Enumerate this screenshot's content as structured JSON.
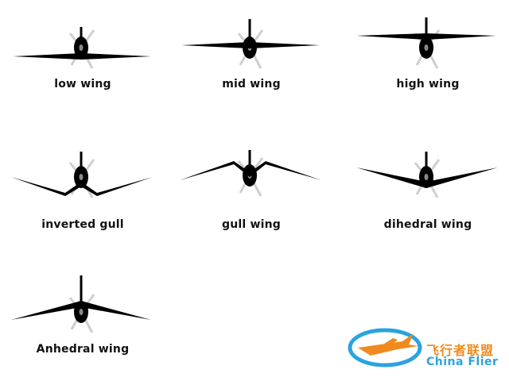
{
  "diagram": {
    "items": [
      {
        "id": "low",
        "label": "low wing"
      },
      {
        "id": "mid",
        "label": "mid wing"
      },
      {
        "id": "high",
        "label": "high wing"
      },
      {
        "id": "inverted-gull",
        "label": "inverted gull"
      },
      {
        "id": "gull",
        "label": "gull wing"
      },
      {
        "id": "dihedral",
        "label": "dihedral wing"
      },
      {
        "id": "anhedral",
        "label": "Anhedral wing"
      }
    ]
  },
  "watermark": {
    "text_cn": "飞行者联盟",
    "text_en": "China Flier",
    "color_orange": "#f08a1e",
    "color_blue": "#2aa3e0"
  }
}
